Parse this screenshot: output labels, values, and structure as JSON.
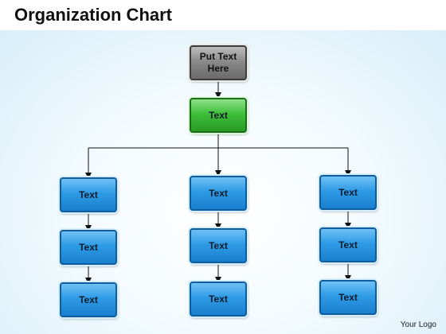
{
  "title": "Organization Chart",
  "logo": "Your Logo",
  "nodes": {
    "root": "Put Text Here",
    "second": "Text",
    "col1": [
      "Text",
      "Text",
      "Text"
    ],
    "col2": [
      "Text",
      "Text",
      "Text"
    ],
    "col3": [
      "Text",
      "Text",
      "Text"
    ]
  },
  "colors": {
    "root": "#8a8a8a",
    "second": "#3fbf3a",
    "boxes": "#2e9be6",
    "connector": "#111111"
  }
}
